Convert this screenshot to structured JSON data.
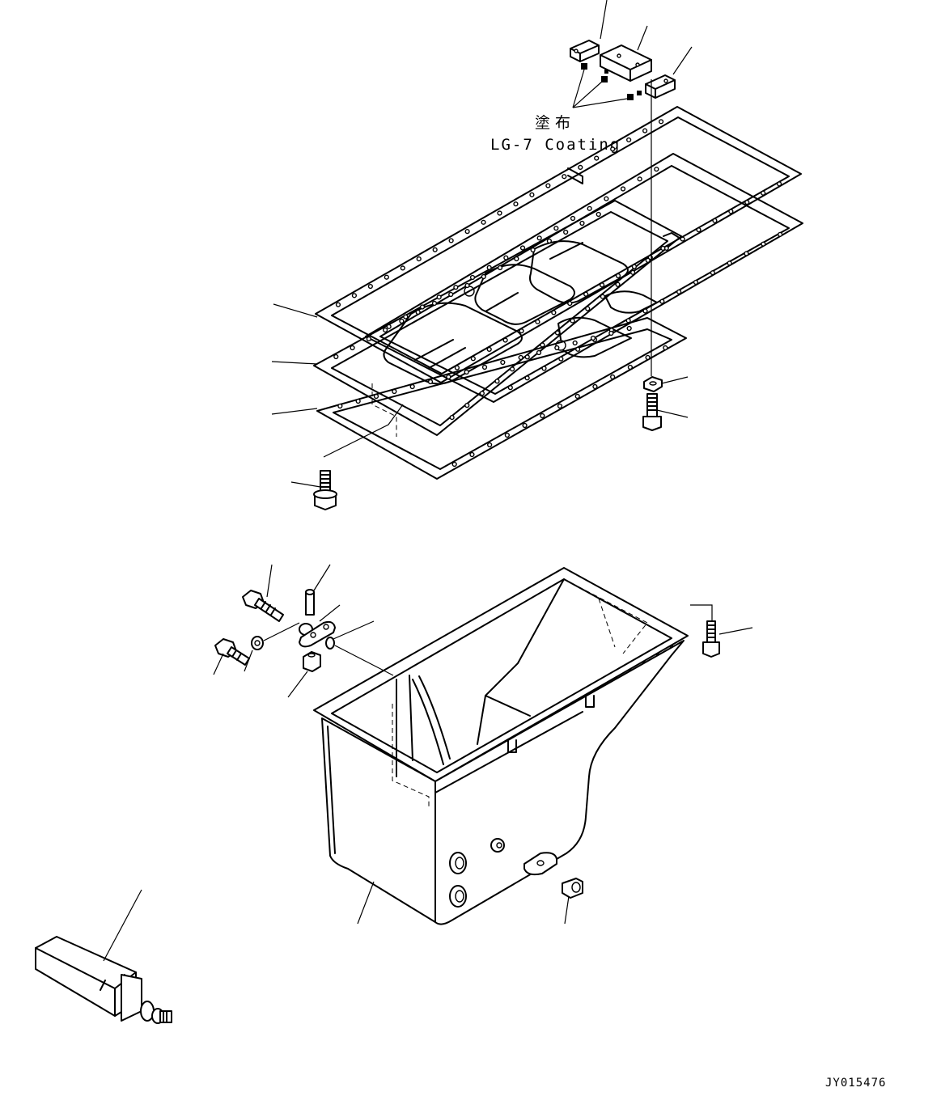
{
  "annotation": {
    "coating_jp": "塗布",
    "coating_en": "LG-7 Coating"
  },
  "drawing_code": "JY015476"
}
